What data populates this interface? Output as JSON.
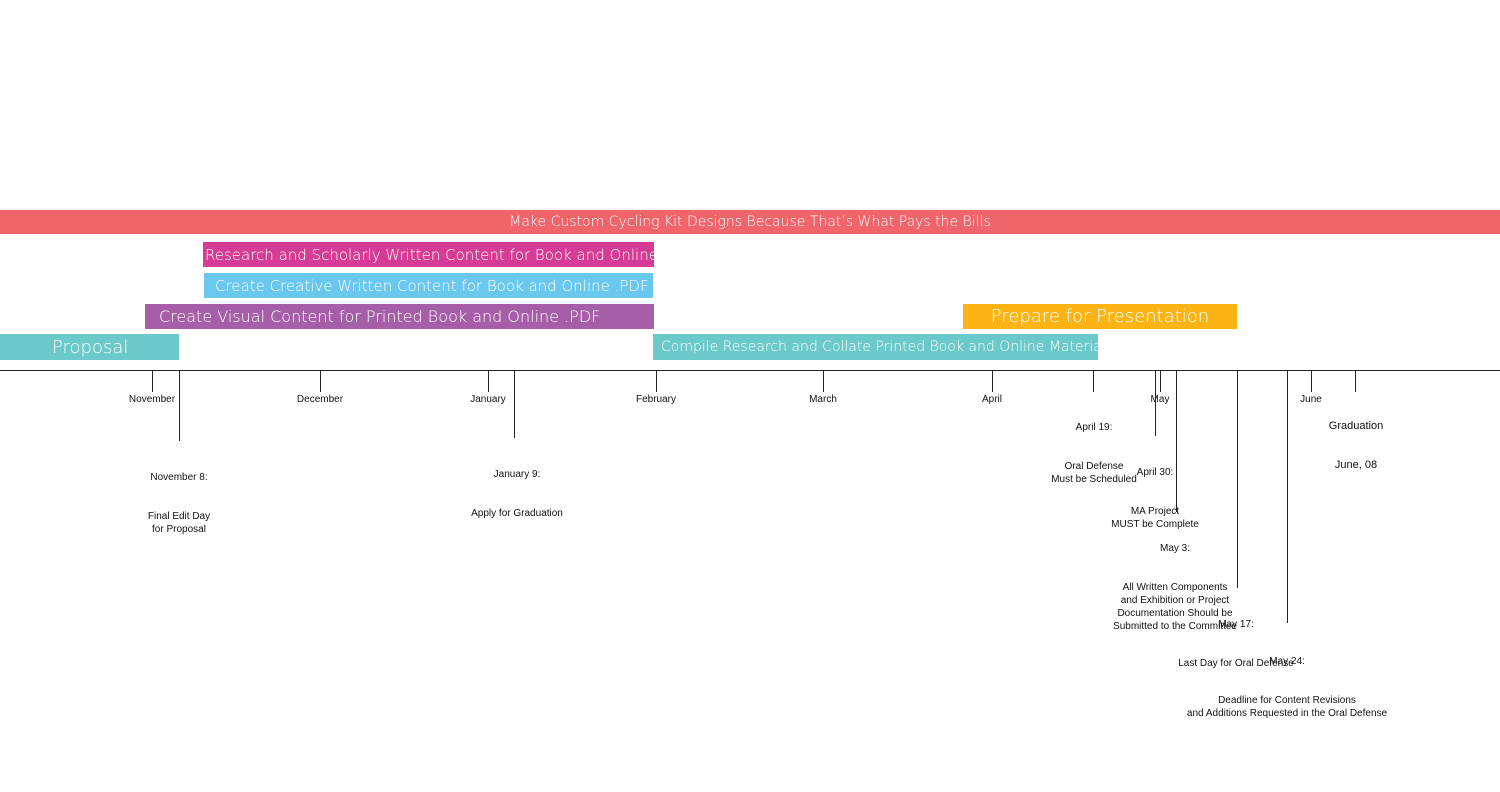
{
  "bars": [
    {
      "key": "cycling",
      "label": "Make Custom Cycling Kit Designs Because That’s What Pays the Bills",
      "color": "#f0646b"
    },
    {
      "key": "research",
      "label": "Research and Scholarly Written Content for Book and Online .PDF",
      "color": "#d63c95"
    },
    {
      "key": "creative",
      "label": "Create Creative Written Content for Book and Online .PDF",
      "color": "#6ac8ef"
    },
    {
      "key": "visual",
      "label": "Create Visual Content for Printed Book and Online .PDF",
      "color": "#a65ea8"
    },
    {
      "key": "proposal",
      "label": "Proposal",
      "color": "#6cc9c9"
    },
    {
      "key": "compile",
      "label": "Compile Research and Collate Printed Book and Online Materials",
      "color": "#6cc9c9"
    },
    {
      "key": "presentation",
      "label": "Prepare for Presentation",
      "color": "#fcb415"
    }
  ],
  "months": [
    "November",
    "December",
    "January",
    "February",
    "March",
    "April",
    "May",
    "June"
  ],
  "milestones": [
    {
      "key": "nov8",
      "date": "November 8:",
      "text": "Final Edit Day\nfor Proposal"
    },
    {
      "key": "jan9",
      "date": "January 9:",
      "text": "Apply for Graduation"
    },
    {
      "key": "apr19",
      "date": "April 19:",
      "text": "Oral Defense\nMust be Scheduled"
    },
    {
      "key": "apr30",
      "date": "April 30:",
      "text": "MA Project\nMUST be Complete"
    },
    {
      "key": "may3",
      "date": "May 3:",
      "text": "All Written Components\nand Exhibition or Project\nDocumentation Should be\nSubmitted to the Committee"
    },
    {
      "key": "may17",
      "date": "May 17:",
      "text": "Last Day for Oral Defense"
    },
    {
      "key": "may24",
      "date": "May 24:",
      "text": "Deadline for Content Revisions\nand Additions Requested in the Oral Defense"
    }
  ],
  "graduation": {
    "title": "Graduation",
    "date": "June, 08"
  }
}
